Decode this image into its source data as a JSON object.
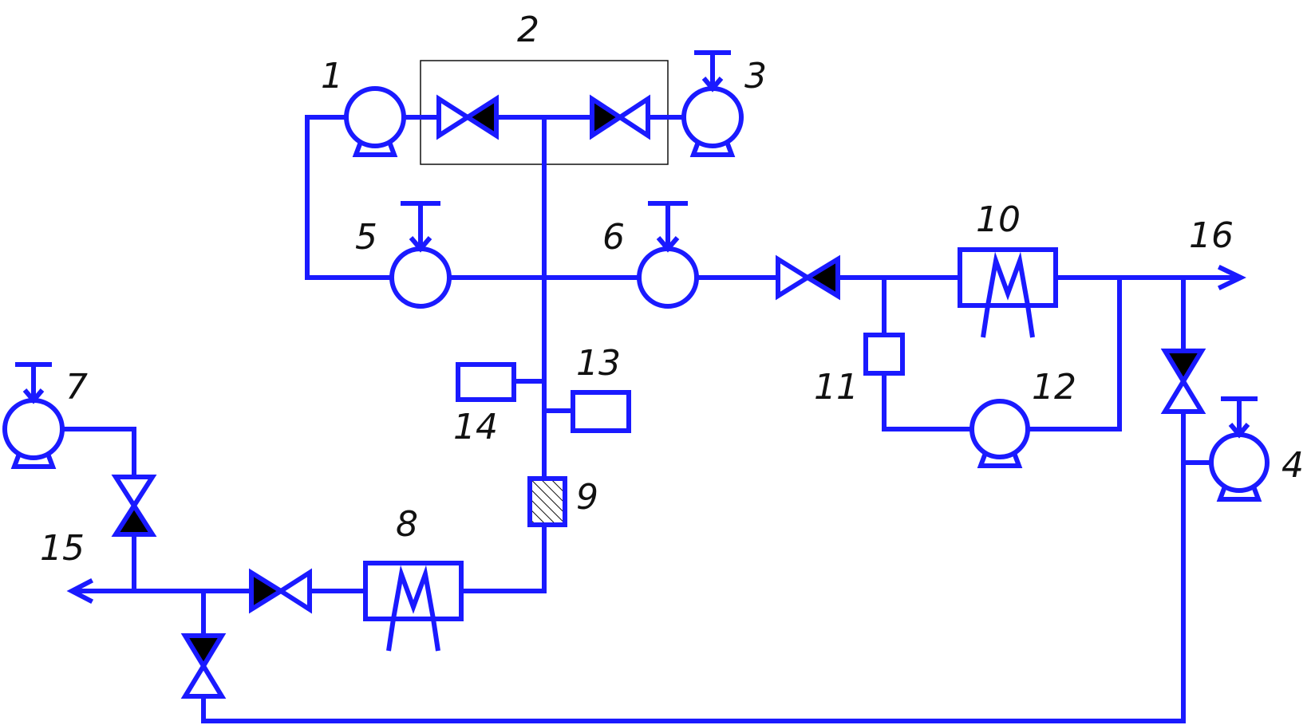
{
  "diagram": {
    "labels": {
      "l1": "1",
      "l2": "2",
      "l3": "3",
      "l4": "4",
      "l5": "5",
      "l6": "6",
      "l7": "7",
      "l8": "8",
      "l9": "9",
      "l10": "10",
      "l11": "11",
      "l12": "12",
      "l13": "13",
      "l14": "14",
      "l15": "15",
      "l16": "16"
    },
    "colors": {
      "pipe": "#1a1aff",
      "valve_fill": "#000000",
      "text": "#111111",
      "frame": "#111111"
    },
    "components": [
      {
        "id": "1",
        "kind": "pump"
      },
      {
        "id": "2",
        "kind": "valve-block"
      },
      {
        "id": "3",
        "kind": "pump-with-actuator"
      },
      {
        "id": "4",
        "kind": "pump-with-actuator"
      },
      {
        "id": "5",
        "kind": "actuated-device"
      },
      {
        "id": "6",
        "kind": "actuated-device"
      },
      {
        "id": "7",
        "kind": "pump-with-actuator"
      },
      {
        "id": "8",
        "kind": "heater"
      },
      {
        "id": "9",
        "kind": "filter"
      },
      {
        "id": "10",
        "kind": "heater"
      },
      {
        "id": "11",
        "kind": "sensor"
      },
      {
        "id": "12",
        "kind": "pump"
      },
      {
        "id": "13",
        "kind": "instrument"
      },
      {
        "id": "14",
        "kind": "instrument"
      },
      {
        "id": "15",
        "kind": "outlet-arrow"
      },
      {
        "id": "16",
        "kind": "outlet-arrow"
      }
    ]
  }
}
